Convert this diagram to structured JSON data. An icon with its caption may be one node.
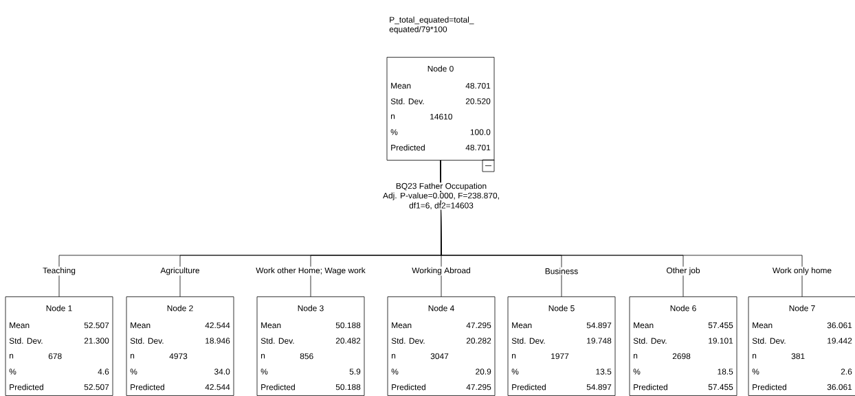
{
  "diagram": {
    "title": "P_total_equated=total_ equated/79*100",
    "nodes": [
      {
        "text": [
          "Node 0",
          "Mean",
          "48.701",
          "Std. Dev.",
          "20.520",
          "n",
          "14610",
          "%",
          "100.0",
          "Predicted",
          "48.701"
        ]
      },
      {
        "text": [
          "Node 1",
          "Mean",
          "52.507",
          "Std. Dev.",
          "21.300",
          "n",
          "678",
          "%",
          "4.6",
          "Predicted",
          "52.507"
        ]
      },
      {
        "text": [
          "Node 2",
          "Mean",
          "42.544",
          "Std. Dev.",
          "18.946",
          "n",
          "4973",
          "%",
          "34.0",
          "Predicted",
          "42.544"
        ]
      },
      {
        "text": [
          "Node 3",
          "Mean",
          "50.188",
          "Std. Dev.",
          "20.482",
          "n",
          "856",
          "%",
          "5.9",
          "Predicted",
          "50.188"
        ]
      },
      {
        "text": [
          "Node 4",
          "Mean",
          "47.295",
          "Std. Dev.",
          "20.282",
          "n",
          "3047",
          "%",
          "20.9",
          "Predicted",
          "47.295"
        ]
      },
      {
        "text": [
          "Node 5",
          "Mean",
          "54.897",
          "Std. Dev.",
          "19.748",
          "n",
          "1977",
          "%",
          "13.5",
          "Predicted",
          "54.897"
        ]
      },
      {
        "text": [
          "Node 6",
          "Mean",
          "57.455",
          "Std. Dev.",
          "19.101",
          "n",
          "2698",
          "%",
          "18.5",
          "Predicted",
          "57.455"
        ]
      },
      {
        "text": [
          "Node 7",
          "Mean",
          "36.061",
          "Std. Dev.",
          "19.442",
          "n",
          "381",
          "%",
          "2.6",
          "Predicted",
          "36.061"
        ]
      }
    ],
    "edges": [
      {
        "from": 0,
        "to": 1,
        "arrow": "none",
        "label": "Teaching"
      },
      {
        "from": 0,
        "to": 2,
        "arrow": "none",
        "label": "Agriculture"
      },
      {
        "from": 0,
        "to": 3,
        "arrow": "none",
        "label": "Work other Home; Wage work"
      },
      {
        "from": 0,
        "to": 4,
        "arrow": "none",
        "label": "Working Abroad"
      },
      {
        "from": 0,
        "to": 5,
        "arrow": "none",
        "label": "Business"
      },
      {
        "from": 0,
        "to": 6,
        "arrow": "none",
        "label": "Other job"
      },
      {
        "from": 0,
        "to": 7,
        "arrow": "none",
        "label": "Work only home"
      }
    ],
    "labels": [
      "BQ23 Father Occupation",
      "Adj. P-value=0.000, F=238.870,",
      "df1=6, df2=14603"
    ]
  }
}
